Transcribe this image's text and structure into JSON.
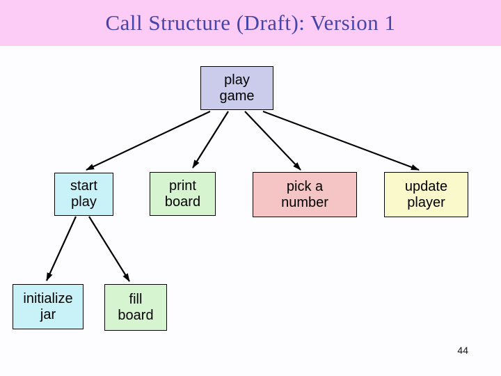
{
  "slide": {
    "title": "Call Structure (Draft): Version 1",
    "title_color": "#4444aa",
    "header_bg": "#fcccf6",
    "page_number": "44"
  },
  "tree": {
    "nodes": [
      {
        "id": "play-game",
        "label": "play\ngame",
        "fill": "#cbcbec"
      },
      {
        "id": "start-play",
        "label": "start\nplay",
        "fill": "#c9f2f8"
      },
      {
        "id": "print-board",
        "label": "print\nboard",
        "fill": "#d6f4d0"
      },
      {
        "id": "pick-a-number",
        "label": "pick a\nnumber",
        "fill": "#f4c5c4"
      },
      {
        "id": "update-player",
        "label": "update\nplayer",
        "fill": "#faf9cb"
      },
      {
        "id": "initialize-jar",
        "label": "initialize\njar",
        "fill": "#c9f2f8"
      },
      {
        "id": "fill-board",
        "label": "fill\nboard",
        "fill": "#d6f4d0"
      }
    ],
    "edges": [
      {
        "from": "play-game",
        "to": "start-play"
      },
      {
        "from": "play-game",
        "to": "print-board"
      },
      {
        "from": "play-game",
        "to": "pick-a-number"
      },
      {
        "from": "play-game",
        "to": "update-player"
      },
      {
        "from": "start-play",
        "to": "initialize-jar"
      },
      {
        "from": "start-play",
        "to": "fill-board"
      }
    ],
    "edge_color": "#000000"
  }
}
